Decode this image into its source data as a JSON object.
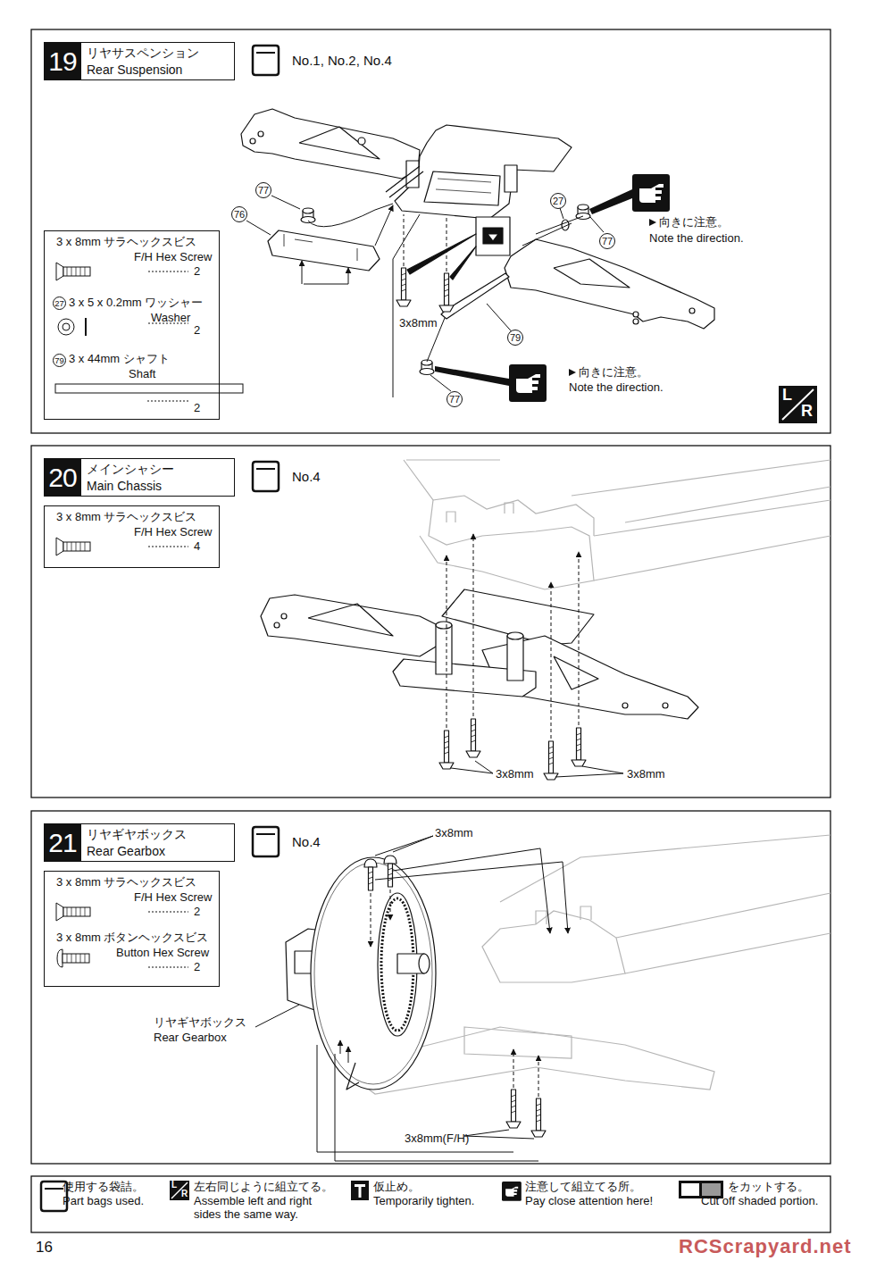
{
  "diagram": {
    "nodes": [
      {
        "text": [
          "リヤサスペンション",
          "Rear Suspension"
        ]
      },
      {
        "text": [
          "19"
        ],
        "in": 0
      },
      {
        "text": [
          "3 x 8mm サラヘックスビス",
          "F/H Hex Screw",
          "2",
          "27",
          "3 x 5 x 0.2mm ワッシャー",
          "Washer",
          "2",
          "79",
          "3 x 44mm シャフト",
          "Shaft",
          "2"
        ]
      },
      {
        "text": [
          "メインシャシー",
          "Main Chassis"
        ]
      },
      {
        "text": [
          "20"
        ],
        "in": 3
      },
      {
        "text": [
          "3 x 8mm サラヘックスビス",
          "F/H Hex Screw",
          "4"
        ]
      },
      {
        "text": [
          "リヤギヤボックス",
          "Rear Gearbox"
        ]
      },
      {
        "text": [
          "21"
        ],
        "in": 6
      },
      {
        "text": [
          "3 x 8mm サラヘックスビス",
          "F/H Hex Screw",
          "2",
          "3 x 8mm ボタンヘックスビス",
          "Button Hex Screw",
          "2"
        ]
      }
    ],
    "labels": [
      "No.1, No.2, No.4",
      "77",
      "76",
      "27",
      "77",
      "向きに注意。",
      "Note the direction.",
      "3x8mm",
      "79",
      "77",
      "向きに注意。",
      "Note the direction.",
      "L",
      "R",
      "No.4",
      "3x8mm",
      "3x8mm",
      "No.4",
      "3x8mm",
      "リヤギヤボックス",
      "Rear Gearbox",
      "3x8mm(F/H)",
      "L",
      "R",
      "16",
      "RCScrapyard.net"
    ],
    "legend": [
      {
        "text": "使用する袋詰。"
      },
      {
        "text": "Part bags used."
      },
      {
        "text": "左右同じように組立てる。"
      },
      {
        "text": "Assemble left and right sides the same way."
      },
      {
        "text": "仮止め。"
      },
      {
        "text": "Temporarily tighten."
      },
      {
        "text": "注意して組立てる所。"
      },
      {
        "text": "Pay close attention here!"
      },
      {
        "text": "をカットする。"
      },
      {
        "text": "Cut off shaded portion."
      }
    ]
  }
}
